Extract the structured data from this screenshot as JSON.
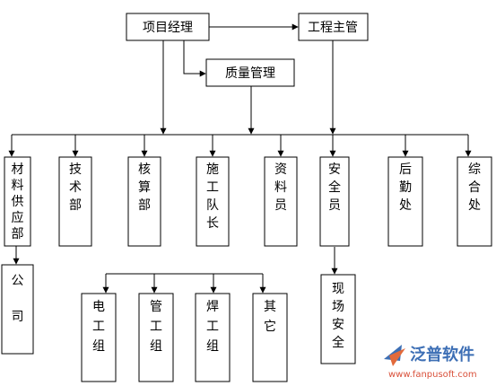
{
  "nodes": {
    "project_manager": "项目经理",
    "engineering_director": "工程主管",
    "quality_management": "质量管理",
    "departments": [
      "材料供应部",
      "技术部",
      "核算部",
      "施工队长",
      "资料员",
      "安全员",
      "后勤处",
      "综合处"
    ],
    "company": "公司",
    "site_safety": "现场安全",
    "teams": [
      "电工组",
      "管工组",
      "焊工组",
      "其它"
    ]
  },
  "watermark": {
    "brand": "泛普软件",
    "url": "www.fanpusoft.com",
    "colors": {
      "brand": "#3d6fb5",
      "url": "#d9503a"
    }
  }
}
